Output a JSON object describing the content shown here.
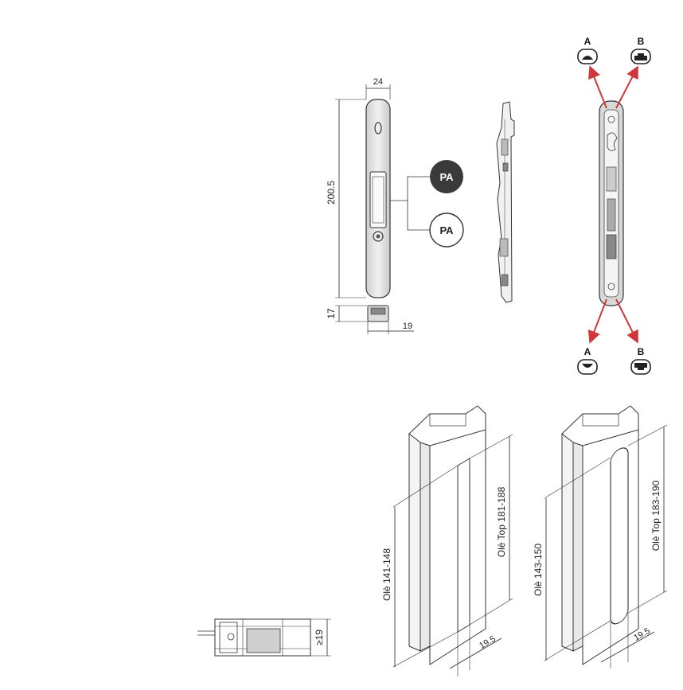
{
  "dimensions": {
    "width": "24",
    "height": "200.5",
    "depth": "17",
    "base_width": "19",
    "profile_depth": "≥19",
    "offset_left": "19.5",
    "offset_right": "19.5"
  },
  "badges": {
    "dark": "PA",
    "light": "PA"
  },
  "variants": {
    "a_top": "A",
    "b_top": "B",
    "a_bottom": "A",
    "b_bottom": "B"
  },
  "profiles": {
    "left_short": "Olè 141-148",
    "left_long": "Olè Top 181-188",
    "right_short": "Olè 143-150",
    "right_long": "Olè Top 183-190"
  },
  "colors": {
    "arrow": "#d0363a",
    "badge_dark": "#3a3a3a",
    "line": "#333333",
    "handle_fill": "#e2e2e2"
  }
}
